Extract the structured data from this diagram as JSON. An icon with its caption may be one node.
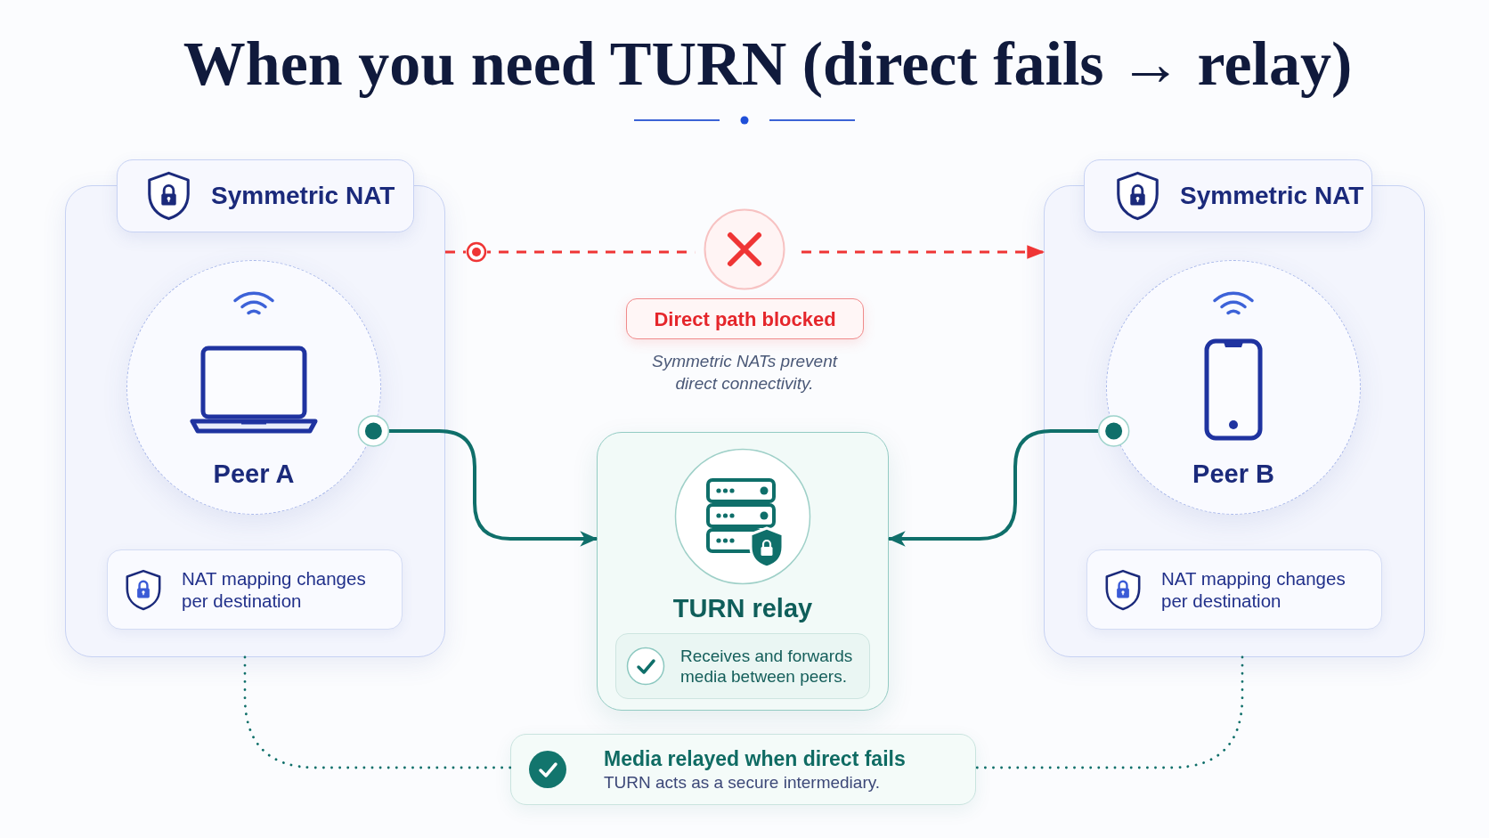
{
  "diagram": {
    "title": "When you need TURN (direct fails → relay)",
    "nodes": [
      {
        "text": [
          "Symmetric NAT"
        ]
      },
      {
        "text": [
          "Peer A"
        ],
        "in": 0
      },
      {
        "text": [
          "NAT mapping changes per destination"
        ],
        "in": 0
      },
      {
        "text": [
          "Symmetric NAT"
        ]
      },
      {
        "text": [
          "Peer B"
        ],
        "in": 3
      },
      {
        "text": [
          "NAT mapping changes per destination"
        ],
        "in": 3
      },
      {
        "text": [
          "Direct path blocked"
        ],
        "beside": [
          "Symmetric NATs prevent direct connectivity."
        ]
      },
      {
        "text": [
          "TURN relay"
        ]
      },
      {
        "text": [
          "Receives and forwards media between peers."
        ],
        "in": 7
      },
      {
        "text": [
          "Media relayed when direct fails",
          "TURN acts as a secure intermediary."
        ]
      }
    ],
    "edges": [
      {
        "from": 0,
        "to": 3,
        "arrow": "to",
        "style": "dashed",
        "color": "#ef3535"
      },
      {
        "from": 1,
        "to": 7,
        "arrow": "to"
      },
      {
        "from": 4,
        "to": 7,
        "arrow": "to"
      },
      {
        "from": 0,
        "to": 9,
        "arrow": "none",
        "style": "dashed"
      },
      {
        "from": 3,
        "to": 9,
        "arrow": "none",
        "style": "dashed"
      }
    ]
  }
}
